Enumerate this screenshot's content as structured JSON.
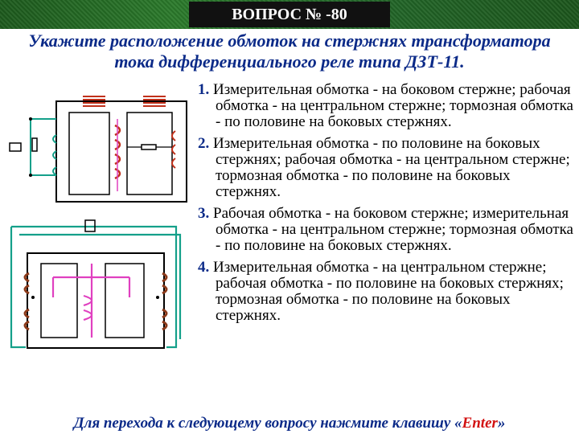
{
  "header": {
    "title": "ВОПРОС  № -80"
  },
  "question": {
    "line1": "Укажите расположение обмоток на стержнях трансформатора",
    "line2": "тока дифференциального реле типа ДЗТ-11."
  },
  "answers": [
    {
      "num": "1.",
      "text": "Измерительная обмотка - на боковом стержне; рабочая обмотка - на центральном стержне; тормозная обмотка - по половине на боковых стержнях."
    },
    {
      "num": "2.",
      "text": "Измерительная обмотка - по половине на боковых стержнях; рабочая обмотка - на центральном стержне; тормозная обмотка - по половине на боковых стержнях."
    },
    {
      "num": "3.",
      "text": "Рабочая обмотка - на боковом стержне; измерительная обмотка - на центральном стержне; тормозная обмотка - по половине на боковых стержнях."
    },
    {
      "num": "4.",
      "text": "Измерительная обмотка - на центральном стержне; рабочая обмотка - по половине на боковых стержнях; тормозная обмотка - по половине на боковых стержнях."
    }
  ],
  "footer": {
    "prefix": "Для перехода к следующему вопросу нажмите клавишу «",
    "key": "Enter",
    "suffix": "»"
  },
  "colors": {
    "header_green": "#2b7a2b",
    "text_blue": "#0b2a88",
    "winding_red": "#c0301a",
    "wire_green": "#14a08a",
    "wire_magenta": "#e040c0",
    "coil_brown": "#8b3a1a"
  }
}
